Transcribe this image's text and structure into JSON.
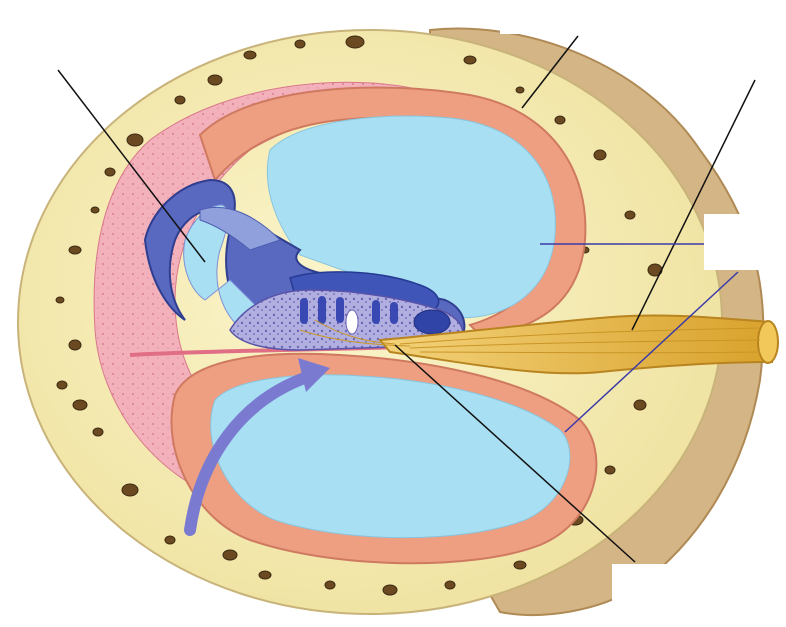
{
  "diagram": {
    "labels": [
      {
        "id": "label-top-left",
        "text": ""
      },
      {
        "id": "label-top-right",
        "text": ""
      },
      {
        "id": "label-right-middle",
        "text": ""
      },
      {
        "id": "label-bottom-right",
        "text": ""
      }
    ]
  },
  "colors": {
    "bone": "#f7efba",
    "bone_pores": "#7a5a2a",
    "rough_bone": "#d7b98a",
    "pink_tissue": "#f1a7b2",
    "salmon_wall": "#ee9d80",
    "fluid": "#a9dff3",
    "cochlear_duct": "#6a78c9",
    "organ_of_corti": "#a9a6d9",
    "nerve": "#e8b83c",
    "arrow": "#7a7bd0",
    "leader_line_black": "#111111",
    "leader_line_blue": "#3a3aa8"
  }
}
